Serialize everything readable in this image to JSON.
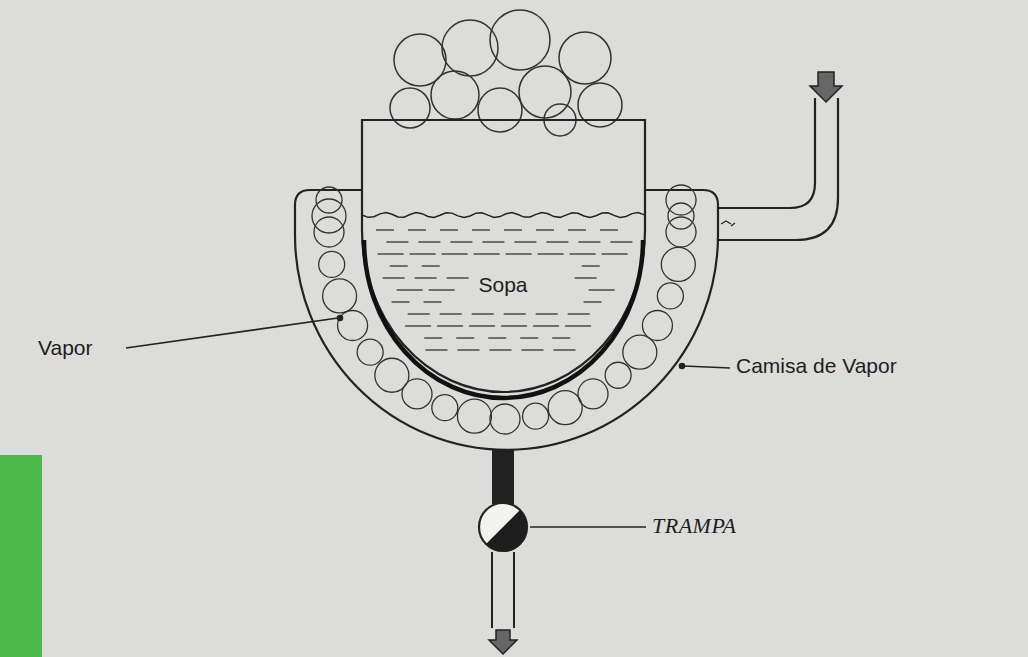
{
  "diagram": {
    "nodes": [
      {
        "text": [
          "Sopa"
        ]
      }
    ],
    "labels": [
      "Vapor",
      "Camisa de Vapor",
      "TRAMPA"
    ]
  }
}
